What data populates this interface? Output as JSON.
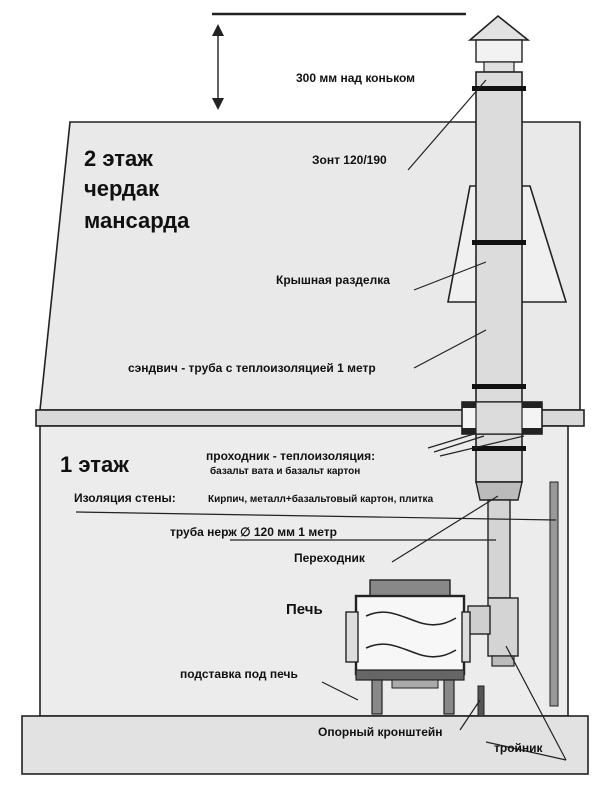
{
  "labels": {
    "above_ridge": "300 мм над коньком",
    "umbrella": "Зонт 120/190",
    "floor2_line1": "2 этаж",
    "floor2_line2": "чердак",
    "floor2_line3": "мансарда",
    "roof_cut": "Крышная разделка",
    "sandwich": "сэндвич - труба с теплоизоляцией 1 метр",
    "pass_title": "проходник - теплоизоляция:",
    "pass_sub": "базальт вата и базальт картон",
    "floor1": "1 этаж",
    "wall_title": "Изоляция стены:",
    "wall_sub": "Кирпич, металл+базальтовый картон, плитка",
    "steel_pipe": "труба нерж ∅ 120 мм 1 метр",
    "adapter": "Переходник",
    "stove": "Печь",
    "stove_stand": "подставка под печь",
    "bracket": "Опорный кронштейн",
    "tee": "тройник"
  },
  "colors": {
    "roof": "#e9e9e9",
    "wall": "#ececec",
    "pipe": "#dcdcdc",
    "line": "#222222"
  }
}
